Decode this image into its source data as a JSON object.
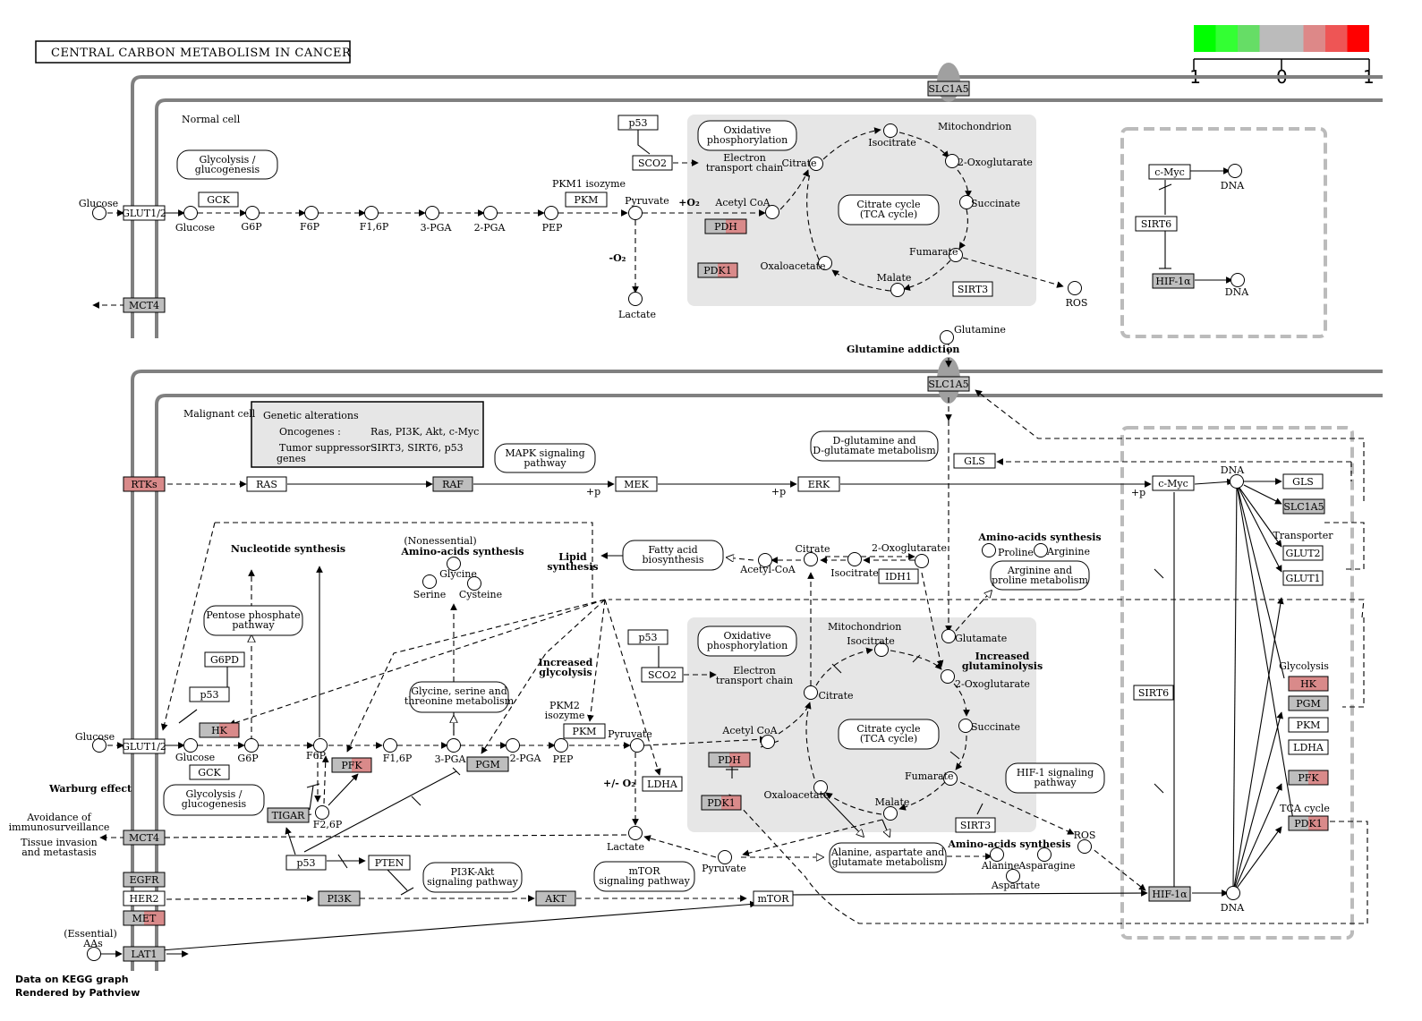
{
  "title": "CENTRAL CARBON METABOLISM IN CANCER",
  "footer": {
    "line1": "Data on KEGG graph",
    "line2": "Rendered by Pathview"
  },
  "legend": {
    "min_label": "-1",
    "mid_label": "0",
    "max_label": "1",
    "colors": [
      "#00ff00",
      "#33ff33",
      "#66dd66",
      "#bbbbbb",
      "#bbbbbb",
      "#dd8888",
      "#ee5555",
      "#ff0000"
    ]
  },
  "colors": {
    "gene_gray": "#bebebe",
    "gene_white": "#ffffff",
    "gene_red": "#d98a8a",
    "compartment": "#e6e6e6",
    "membrane": "#808080"
  },
  "labels": {
    "normal_cell": "Normal cell",
    "malignant_cell": "Malignant cell",
    "mitochondrion": "Mitochondrion",
    "glutamine_addiction": "Glutamine addiction",
    "warburg_effect": "Warburg effect",
    "avoidance": [
      "Avoidance of",
      "immunosurveillance"
    ],
    "tissue_invasion": [
      "Tissue invasion",
      "and metastasis"
    ],
    "nucleotide_synthesis": "Nucleotide synthesis",
    "nonessential": "(Nonessential)",
    "amino_acids_synthesis": "Amino-acids synthesis",
    "lipid_synthesis": [
      "Lipid",
      "synthesis"
    ],
    "increased_glycolysis": [
      "Increased",
      "glycolysis"
    ],
    "increased_glutaminolysis": [
      "Increased",
      "glutaminolysis"
    ],
    "pkm1_isozyme": "PKM1 isozyme",
    "pkm2_isozyme": [
      "PKM2",
      "isozyme"
    ],
    "plus_o2": "+O₂",
    "minus_o2": "-O₂",
    "plus_minus_o2": "+/- O₂",
    "plus_p": "+p",
    "transporter": "Transporter",
    "glycolysis": "Glycolysis",
    "tca_cycle": "TCA cycle",
    "electron_transport": [
      "Electron",
      "transport chain"
    ],
    "essential_aas": [
      "(Essential)",
      "AAs"
    ]
  },
  "genetic_alterations": {
    "heading": "Genetic alterations",
    "oncogenes_label": "Oncogenes :",
    "oncogenes_value": "Ras, PI3K, Akt, c-Myc",
    "suppressor_label": "Tumor suppressor :",
    "suppressor_value": "SIRT3, SIRT6, p53",
    "suppressor_tail": "genes"
  },
  "pathways": [
    {
      "id": "glycolysis_n",
      "lines": [
        "Glycolysis /",
        "glucogenesis"
      ]
    },
    {
      "id": "oxphos_n",
      "lines": [
        "Oxidative",
        "phosphorylation"
      ]
    },
    {
      "id": "tca_n",
      "lines": [
        "Citrate cycle",
        "(TCA cycle)"
      ]
    },
    {
      "id": "mapk",
      "lines": [
        "MAPK signaling",
        "pathway"
      ]
    },
    {
      "id": "dglut",
      "lines": [
        "D-glutamine and",
        "D-glutamate metabolism"
      ]
    },
    {
      "id": "pentose",
      "lines": [
        "Pentose phosphate",
        "pathway"
      ]
    },
    {
      "id": "fatty",
      "lines": [
        "Fatty acid",
        "biosynthesis"
      ]
    },
    {
      "id": "arginine",
      "lines": [
        "Arginine and",
        "proline metabolism"
      ]
    },
    {
      "id": "gly_ser",
      "lines": [
        "Glycine, serine and",
        "threonine metabolism"
      ]
    },
    {
      "id": "oxphos_m",
      "lines": [
        "Oxidative",
        "phosphorylation"
      ]
    },
    {
      "id": "tca_m",
      "lines": [
        "Citrate cycle",
        "(TCA cycle)"
      ]
    },
    {
      "id": "hif1",
      "lines": [
        "HIF-1 signaling",
        "pathway"
      ]
    },
    {
      "id": "glycolysis_m",
      "lines": [
        "Glycolysis /",
        "glucogenesis"
      ]
    },
    {
      "id": "pi3k_akt",
      "lines": [
        "PI3K-Akt",
        "signaling pathway"
      ]
    },
    {
      "id": "mtor_path",
      "lines": [
        "mTOR",
        "signaling pathway"
      ]
    },
    {
      "id": "ala_asp",
      "lines": [
        "Alanine, aspartate and",
        "glutamate metabolism"
      ]
    }
  ],
  "genes": [
    {
      "id": "slc1a5_top",
      "label": "SLC1A5"
    },
    {
      "id": "glut_n",
      "label": "GLUT1/2"
    },
    {
      "id": "gck_n",
      "label": "GCK"
    },
    {
      "id": "pkm_n",
      "label": "PKM"
    },
    {
      "id": "p53_n",
      "label": "p53"
    },
    {
      "id": "sco2_n",
      "label": "SCO2"
    },
    {
      "id": "pdh_n",
      "label": "PDH"
    },
    {
      "id": "pdk1_n",
      "label": "PDK1"
    },
    {
      "id": "sirt3_n",
      "label": "SIRT3"
    },
    {
      "id": "mct4_n",
      "label": "MCT4"
    },
    {
      "id": "cmyc_r",
      "label": "c-Myc"
    },
    {
      "id": "sirt6_r",
      "label": "SIRT6"
    },
    {
      "id": "hif1a_r",
      "label": "HIF-1α"
    },
    {
      "id": "slc1a5_mid",
      "label": "SLC1A5"
    },
    {
      "id": "rtks",
      "label": "RTKs"
    },
    {
      "id": "ras",
      "label": "RAS"
    },
    {
      "id": "raf",
      "label": "RAF"
    },
    {
      "id": "mek",
      "label": "MEK"
    },
    {
      "id": "erk",
      "label": "ERK"
    },
    {
      "id": "gls_m",
      "label": "GLS"
    },
    {
      "id": "cmyc_m",
      "label": "c-Myc"
    },
    {
      "id": "gls_r",
      "label": "GLS"
    },
    {
      "id": "slc1a5_r",
      "label": "SLC1A5"
    },
    {
      "id": "glut2_r",
      "label": "GLUT2"
    },
    {
      "id": "glut1_r",
      "label": "GLUT1"
    },
    {
      "id": "idh1",
      "label": "IDH1"
    },
    {
      "id": "g6pd",
      "label": "G6PD"
    },
    {
      "id": "p53_a",
      "label": "p53"
    },
    {
      "id": "hk_m",
      "label": "HK"
    },
    {
      "id": "glut_m",
      "label": "GLUT1/2"
    },
    {
      "id": "gck_m",
      "label": "GCK"
    },
    {
      "id": "pfk_m",
      "label": "PFK"
    },
    {
      "id": "pgm_m",
      "label": "PGM"
    },
    {
      "id": "pkm_m",
      "label": "PKM"
    },
    {
      "id": "p53_m",
      "label": "p53"
    },
    {
      "id": "sco2_m",
      "label": "SCO2"
    },
    {
      "id": "ldha_m",
      "label": "LDHA"
    },
    {
      "id": "pdh_m",
      "label": "PDH"
    },
    {
      "id": "pdk1_m",
      "label": "PDK1"
    },
    {
      "id": "sirt3_m",
      "label": "SIRT3"
    },
    {
      "id": "tigar",
      "label": "TIGAR"
    },
    {
      "id": "mct4_m",
      "label": "MCT4"
    },
    {
      "id": "p53_b",
      "label": "p53"
    },
    {
      "id": "pten",
      "label": "PTEN"
    },
    {
      "id": "egfr",
      "label": "EGFR"
    },
    {
      "id": "her2",
      "label": "HER2"
    },
    {
      "id": "met",
      "label": "MET"
    },
    {
      "id": "lat1",
      "label": "LAT1"
    },
    {
      "id": "pi3k",
      "label": "PI3K"
    },
    {
      "id": "akt",
      "label": "AKT"
    },
    {
      "id": "mtor",
      "label": "mTOR"
    },
    {
      "id": "hif1a_m",
      "label": "HIF-1α"
    },
    {
      "id": "sirt6_m",
      "label": "SIRT6"
    },
    {
      "id": "hk_r",
      "label": "HK"
    },
    {
      "id": "pgm_r",
      "label": "PGM"
    },
    {
      "id": "pkm_r",
      "label": "PKM"
    },
    {
      "id": "ldha_r",
      "label": "LDHA"
    },
    {
      "id": "pfk_r",
      "label": "PFK"
    },
    {
      "id": "pdk1_r",
      "label": "PDK1"
    }
  ],
  "compounds": [
    {
      "id": "glucose_out_n",
      "label": "Glucose"
    },
    {
      "id": "glucose_n",
      "label": "Glucose"
    },
    {
      "id": "g6p_n",
      "label": "G6P"
    },
    {
      "id": "f6p_n",
      "label": "F6P"
    },
    {
      "id": "f16p_n",
      "label": "F1,6P"
    },
    {
      "id": "pga3_n",
      "label": "3-PGA"
    },
    {
      "id": "pga2_n",
      "label": "2-PGA"
    },
    {
      "id": "pep_n",
      "label": "PEP"
    },
    {
      "id": "pyruvate_n",
      "label": "Pyruvate"
    },
    {
      "id": "lactate_n",
      "label": "Lactate"
    },
    {
      "id": "acetylcoa_n",
      "label": "Acetyl CoA"
    },
    {
      "id": "citrate_n",
      "label": "Citrate"
    },
    {
      "id": "isocitrate_n",
      "label": "Isocitrate"
    },
    {
      "id": "oxoglut_n",
      "label": "2-Oxoglutarate"
    },
    {
      "id": "succinate_n",
      "label": "Succinate"
    },
    {
      "id": "fumarate_n",
      "label": "Fumarate"
    },
    {
      "id": "malate_n",
      "label": "Malate"
    },
    {
      "id": "oxaloacetate_n",
      "label": "Oxaloacetate"
    },
    {
      "id": "ros_n",
      "label": "ROS"
    },
    {
      "id": "dna_r1",
      "label": "DNA"
    },
    {
      "id": "dna_r2",
      "label": "DNA"
    },
    {
      "id": "glutamine",
      "label": "Glutamine"
    },
    {
      "id": "dna_m1",
      "label": "DNA"
    },
    {
      "id": "citrate_c",
      "label": "Citrate"
    },
    {
      "id": "oxoglut_c",
      "label": "2-Oxoglutarate"
    },
    {
      "id": "isocitrate_c",
      "label": "Isocitrate"
    },
    {
      "id": "acetylcoa_c",
      "label": "Acetyl-CoA"
    },
    {
      "id": "proline",
      "label": "Proline"
    },
    {
      "id": "arginine",
      "label": "Arginine"
    },
    {
      "id": "glycine",
      "label": "Glycine"
    },
    {
      "id": "serine",
      "label": "Serine"
    },
    {
      "id": "cysteine",
      "label": "Cysteine"
    },
    {
      "id": "glutamate",
      "label": "Glutamate"
    },
    {
      "id": "isocitrate_m",
      "label": "Isocitrate"
    },
    {
      "id": "oxoglut_m",
      "label": "2-Oxoglutarate"
    },
    {
      "id": "succinate_m",
      "label": "Succinate"
    },
    {
      "id": "fumarate_m",
      "label": "Fumarate"
    },
    {
      "id": "malate_m",
      "label": "Malate"
    },
    {
      "id": "oxaloacetate_m",
      "label": "Oxaloacetate"
    },
    {
      "id": "citrate_m",
      "label": "Citrate"
    },
    {
      "id": "acetylcoa_m",
      "label": "Acetyl CoA"
    },
    {
      "id": "glucose_out_m",
      "label": "Glucose"
    },
    {
      "id": "glucose_m",
      "label": "Glucose"
    },
    {
      "id": "g6p_m",
      "label": "G6P"
    },
    {
      "id": "f6p_m",
      "label": "F6P"
    },
    {
      "id": "f26p_m",
      "label": "F2,6P"
    },
    {
      "id": "f16p_m",
      "label": "F1,6P"
    },
    {
      "id": "pga3_m",
      "label": "3-PGA"
    },
    {
      "id": "pga2_m",
      "label": "2-PGA"
    },
    {
      "id": "pep_m",
      "label": "PEP"
    },
    {
      "id": "pyruvate_m",
      "label": "Pyruvate"
    },
    {
      "id": "lactate_m",
      "label": "Lactate"
    },
    {
      "id": "pyruvate_m2",
      "label": "Pyruvate"
    },
    {
      "id": "ros_m",
      "label": "ROS"
    },
    {
      "id": "alanine",
      "label": "Alanine"
    },
    {
      "id": "asparagine",
      "label": "Asparagine"
    },
    {
      "id": "aspartate",
      "label": "Aspartate"
    },
    {
      "id": "aas",
      "label": "AAs"
    },
    {
      "id": "dna_m2",
      "label": "DNA"
    }
  ]
}
